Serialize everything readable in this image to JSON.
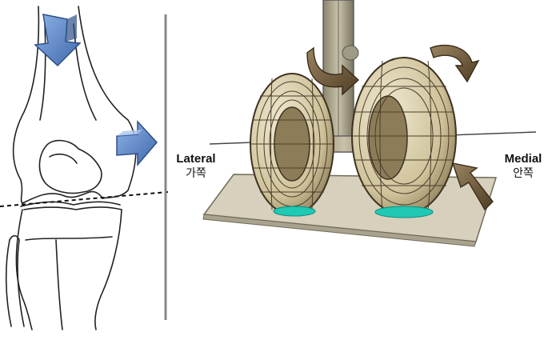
{
  "labels": {
    "lateral_en": "Lateral",
    "lateral_ko": "가쪽",
    "medial_en": "Medial",
    "medial_ko": "안쪽"
  },
  "colors": {
    "arrow_blue": "#5a86c8",
    "arrow_blue_dark": "#2e4f86",
    "arrow_brown": "#6b5436",
    "condyle_fill": "#d9cfae",
    "condyle_grid": "#4a3d2a",
    "platform": "#d7d0bc",
    "contact_teal": "#1fc9b4",
    "divider": "#8a8a8a"
  },
  "icons": [
    "compression-arrow-icon",
    "lateral-push-arrow-icon",
    "rotation-arrow-icon",
    "upward-force-arrow-icon"
  ]
}
